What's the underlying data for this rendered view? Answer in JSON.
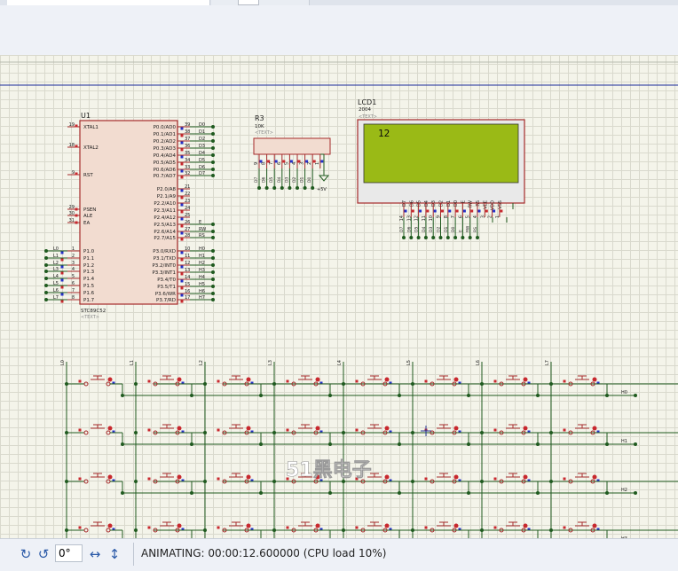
{
  "toolbar": {
    "rotation_value": "0°"
  },
  "status": {
    "text": "ANIMATING: 00:00:12.600000 (CPU load 10%)"
  },
  "schematic": {
    "u1": {
      "ref": "U1",
      "part": "STC89C52",
      "text_tag": "<TEXT>",
      "left_pins": [
        {
          "num": "19",
          "name": "XTAL1"
        },
        {
          "num": "18",
          "name": "XTAL2"
        },
        {
          "num": "9",
          "name": "RST"
        },
        {
          "num": "29",
          "name": "PSEN"
        },
        {
          "num": "30",
          "name": "ALE"
        },
        {
          "num": "31",
          "name": "EA"
        },
        {
          "num": "1",
          "name": "P1.0"
        },
        {
          "num": "2",
          "name": "P1.1"
        },
        {
          "num": "3",
          "name": "P1.2"
        },
        {
          "num": "4",
          "name": "P1.3"
        },
        {
          "num": "5",
          "name": "P1.4"
        },
        {
          "num": "6",
          "name": "P1.5"
        },
        {
          "num": "7",
          "name": "P1.6"
        },
        {
          "num": "8",
          "name": "P1.7"
        }
      ],
      "left_nets": [
        "L0",
        "L1",
        "L2",
        "L3",
        "L4",
        "L5",
        "L6",
        "L7"
      ],
      "p0_pins": [
        {
          "num": "39",
          "name": "P0.0/AD0",
          "net": "D0"
        },
        {
          "num": "38",
          "name": "P0.1/AD1",
          "net": "D1"
        },
        {
          "num": "37",
          "name": "P0.2/AD2",
          "net": "D2"
        },
        {
          "num": "36",
          "name": "P0.3/AD3",
          "net": "D3"
        },
        {
          "num": "35",
          "name": "P0.4/AD4",
          "net": "D4"
        },
        {
          "num": "34",
          "name": "P0.5/AD5",
          "net": "D5"
        },
        {
          "num": "33",
          "name": "P0.6/AD6",
          "net": "D6"
        },
        {
          "num": "32",
          "name": "P0.7/AD7",
          "net": "D7"
        }
      ],
      "p2_pins": [
        {
          "num": "21",
          "name": "P2.0/A8",
          "net": ""
        },
        {
          "num": "22",
          "name": "P2.1/A9",
          "net": ""
        },
        {
          "num": "23",
          "name": "P2.2/A10",
          "net": ""
        },
        {
          "num": "24",
          "name": "P2.3/A11",
          "net": ""
        },
        {
          "num": "25",
          "name": "P2.4/A12",
          "net": ""
        },
        {
          "num": "26",
          "name": "P2.5/A13",
          "net": "E"
        },
        {
          "num": "27",
          "name": "P2.6/A14",
          "net": "RW"
        },
        {
          "num": "28",
          "name": "P2.7/A15",
          "net": "RS"
        }
      ],
      "p3_pins": [
        {
          "num": "10",
          "name": "P3.0/RXD",
          "net": "H0"
        },
        {
          "num": "11",
          "name": "P3.1/TXD",
          "net": "H1"
        },
        {
          "num": "12",
          "name": "P3.2/INT0",
          "net": "H2"
        },
        {
          "num": "13",
          "name": "P3.3/INT1",
          "net": "H3"
        },
        {
          "num": "14",
          "name": "P3.4/T0",
          "net": "H4"
        },
        {
          "num": "15",
          "name": "P3.5/T1",
          "net": "H5"
        },
        {
          "num": "16",
          "name": "P3.6/WR",
          "net": "H6"
        },
        {
          "num": "17",
          "name": "P3.7/RD",
          "net": "H7"
        }
      ]
    },
    "r3": {
      "ref": "R3",
      "value": "10K",
      "text_tag": "<TEXT>",
      "pins": [
        "9",
        "8",
        "7",
        "6",
        "5",
        "4",
        "3",
        "2",
        "1"
      ],
      "nets": [
        "D7",
        "D6",
        "D5",
        "D4",
        "D3",
        "D2",
        "D1",
        "D0"
      ],
      "supply": "+5V"
    },
    "lcd": {
      "ref": "LCD1",
      "part": "2004",
      "text_tag": "<TEXT>",
      "display_text": "12",
      "screen_color": "#9aba16",
      "pin_labels": [
        "D7",
        "D6",
        "D5",
        "D4",
        "D3",
        "D2",
        "D1",
        "D0",
        "E",
        "RW",
        "RS",
        "VEE",
        "VDD",
        "VSS"
      ],
      "pin_nums": [
        "14",
        "13",
        "12",
        "11",
        "10",
        "9",
        "8",
        "7",
        "6",
        "5",
        "4",
        "3",
        "2",
        "1"
      ],
      "nets": [
        "D7",
        "D6",
        "D5",
        "D4",
        "D3",
        "D2",
        "D1",
        "D0",
        "E",
        "RW",
        "RS"
      ]
    },
    "keypad": {
      "column_nets": [
        "L0",
        "L1",
        "L2",
        "L3",
        "L4",
        "L5",
        "L6",
        "L7"
      ],
      "row_nets": [
        "H0",
        "H1",
        "H2",
        "H3"
      ]
    },
    "watermark": "51黑电子"
  }
}
